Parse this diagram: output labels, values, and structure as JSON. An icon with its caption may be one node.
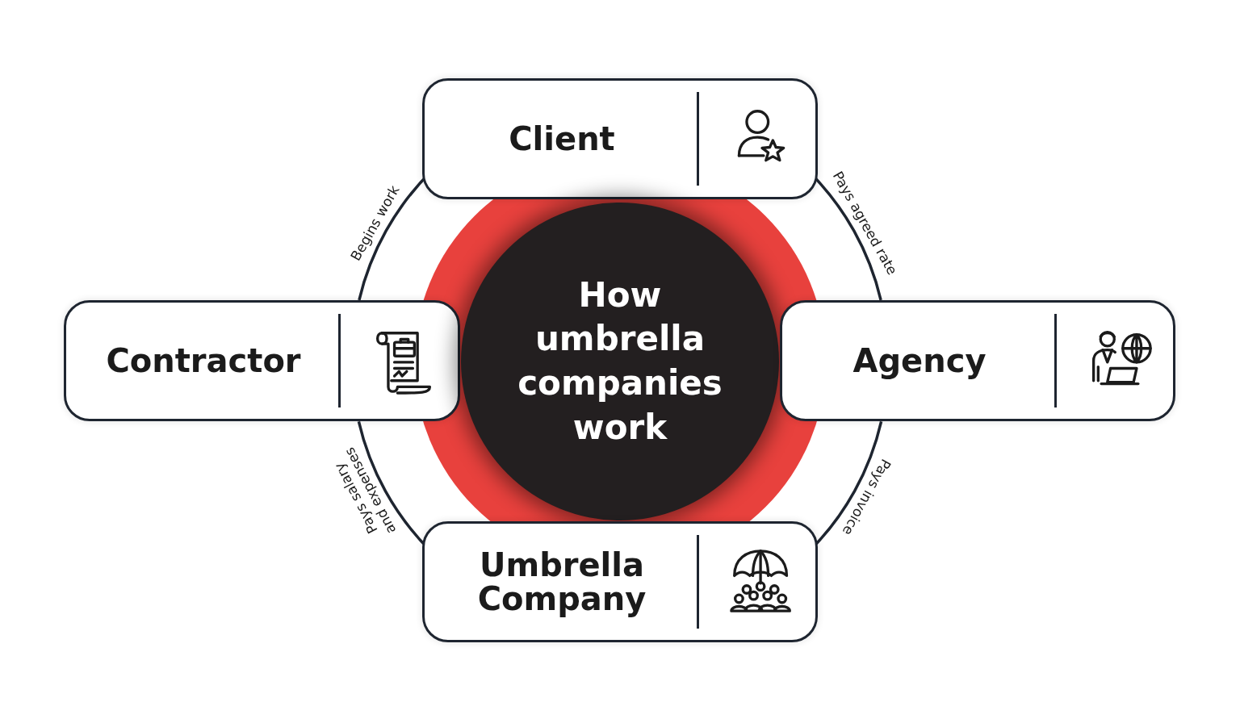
{
  "diagram": {
    "nodes": [
      {
        "text": [
          "Client"
        ]
      },
      {
        "text": [
          "Contractor"
        ]
      },
      {
        "text": [
          "How umbrella companies work"
        ]
      },
      {
        "text": [
          "Agency"
        ]
      },
      {
        "text": [
          "Umbrella Company"
        ]
      }
    ],
    "edges": [
      {
        "from": 1,
        "to": 0,
        "arrow": "none",
        "label": "Begins work"
      },
      {
        "from": 0,
        "to": 3,
        "arrow": "none",
        "label": "Pays agreed rate"
      },
      {
        "from": 3,
        "to": 4,
        "arrow": "none",
        "label": "Pays invoice"
      },
      {
        "from": 4,
        "to": 1,
        "arrow": "none",
        "label": "Pays salary and expenses"
      }
    ]
  }
}
